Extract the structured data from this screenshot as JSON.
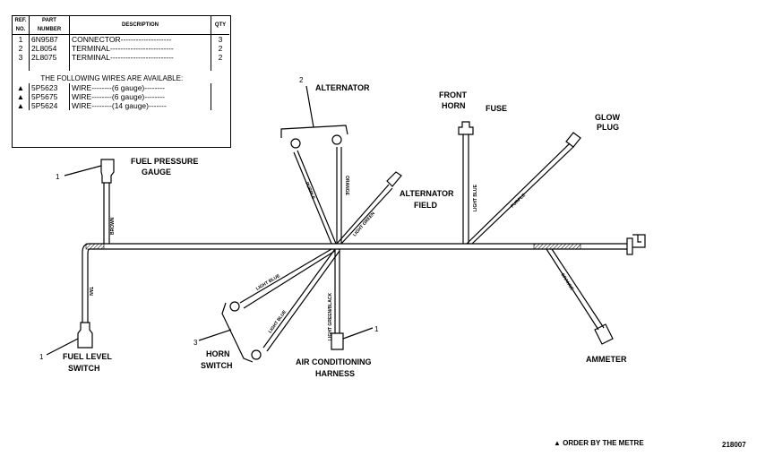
{
  "table": {
    "headers": {
      "ref_no": "REF. NO.",
      "part_number": "PART NUMBER",
      "description": "DESCRIPTION",
      "qty": "QTY"
    },
    "parts": [
      {
        "ref": "1",
        "part": "6N9587",
        "desc": "CONNECTOR",
        "qty": "3"
      },
      {
        "ref": "2",
        "part": "2L8054",
        "desc": "TERMINAL",
        "qty": "2"
      },
      {
        "ref": "3",
        "part": "2L8075",
        "desc": "TERMINAL",
        "qty": "2"
      }
    ],
    "wires_heading": "THE FOLLOWING WIRES ARE AVAILABLE:",
    "wires": [
      {
        "mark": "▲",
        "part": "5P5623",
        "desc": "WIRE",
        "gauge": "(6 gauge)"
      },
      {
        "mark": "▲",
        "part": "5P5675",
        "desc": "WIRE",
        "gauge": "(6 gauge)"
      },
      {
        "mark": "▲",
        "part": "5P5624",
        "desc": "WIRE",
        "gauge": "(14 gauge)"
      }
    ]
  },
  "labels": {
    "fuel_pressure": [
      "FUEL PRESSURE",
      "GAUGE"
    ],
    "alternator": "ALTERNATOR",
    "front_horn": [
      "FRONT",
      "HORN"
    ],
    "fuse": "FUSE",
    "glow_plug": [
      "GLOW",
      "PLUG"
    ],
    "alternator_field": [
      "ALTERNATOR",
      "FIELD"
    ],
    "fuel_level": [
      "FUEL LEVEL",
      "SWITCH"
    ],
    "horn_switch": [
      "HORN",
      "SWITCH"
    ],
    "air_conditioning": [
      "AIR CONDITIONING",
      "HARNESS"
    ],
    "ammeter": "AMMETER"
  },
  "wire_colors": {
    "brown": "BROWN",
    "tan": "TAN",
    "purple_alt": "PURPLE",
    "orange_alt": "ORANGE",
    "light_green": "LIGHT GREEN",
    "light_blue_fuse": "LIGHT BLUE",
    "purple_glow": "PURPLE",
    "orange_amm": "ORANGE",
    "light_blue_1": "LIGHT BLUE",
    "light_blue_2": "LIGHT BLUE",
    "light_green_black": "LIGHT GREEN/BLACK"
  },
  "refs": {
    "fuel_pressure": "1",
    "alternator": "2",
    "fuel_level": "1",
    "horn_switch": "3",
    "air_conditioning": "1"
  },
  "footer": {
    "note": "▲ ORDER BY THE METRE",
    "drawing_no": "218007"
  }
}
